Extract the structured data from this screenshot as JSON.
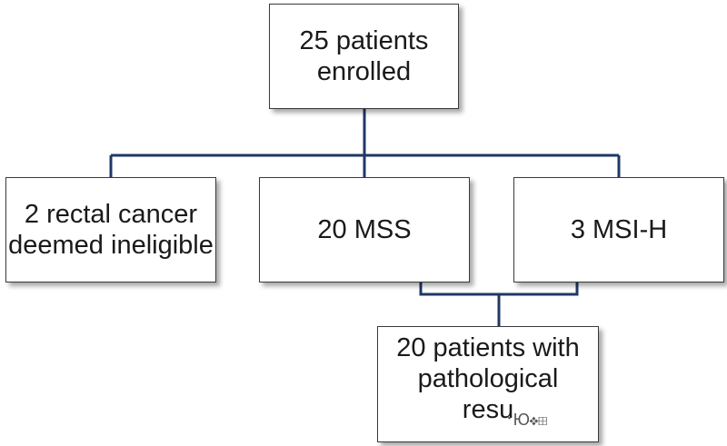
{
  "diagram": {
    "nodes": {
      "enrolled": "25 patients\nenrolled",
      "ineligible": "2 rectal cancer\ndeemed ineligible",
      "mss": "20 MSS",
      "msih": "3 MSI-H",
      "resection": "20 patients with\npathological\nresu"
    },
    "watermark_text": "᛫Ю❖⊞",
    "colors": {
      "connector": "#1f3864",
      "box_border": "#3a3a3a"
    }
  }
}
